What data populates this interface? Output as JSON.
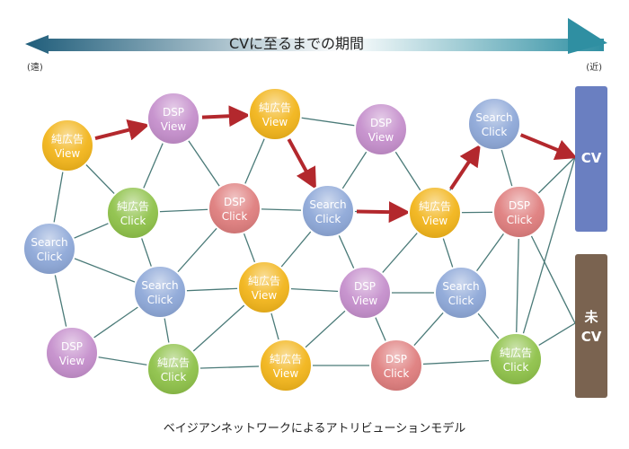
{
  "header": {
    "period_label": "CVに至るまでの期間",
    "far_label": "(遠)",
    "near_label": "(近)"
  },
  "panels": {
    "cv": {
      "label": "CV",
      "color": "#6a7fc1"
    },
    "not_cv": {
      "line1": "未",
      "line2": "CV",
      "color": "#7a6350"
    }
  },
  "caption": "ベイジアンネットワークによるアトリビューションモデル",
  "colors": {
    "pure_ad": "#f2b51b",
    "dsp": "#c58fcc",
    "search": "#8ea8d8",
    "pure_ad_click": "#8fc24a",
    "dsp_click": "#df7e7e",
    "path_arrow": "#b3282d",
    "edge": "#4a7a78"
  },
  "nodes": [
    {
      "id": "n1",
      "line1": "純広告",
      "line2": "View",
      "kind": "pure_ad"
    },
    {
      "id": "n2",
      "line1": "DSP",
      "line2": "View",
      "kind": "dsp"
    },
    {
      "id": "n3",
      "line1": "純広告",
      "line2": "View",
      "kind": "pure_ad"
    },
    {
      "id": "n4",
      "line1": "DSP",
      "line2": "View",
      "kind": "dsp"
    },
    {
      "id": "n5",
      "line1": "Search",
      "line2": "Click",
      "kind": "search"
    },
    {
      "id": "n6",
      "line1": "純広告",
      "line2": "Click",
      "kind": "pure_ad_click"
    },
    {
      "id": "n7",
      "line1": "DSP",
      "line2": "Click",
      "kind": "dsp_click"
    },
    {
      "id": "n8",
      "line1": "Search",
      "line2": "Click",
      "kind": "search"
    },
    {
      "id": "n9",
      "line1": "純広告",
      "line2": "View",
      "kind": "pure_ad"
    },
    {
      "id": "n10",
      "line1": "DSP",
      "line2": "Click",
      "kind": "dsp_click"
    },
    {
      "id": "n11",
      "line1": "Search",
      "line2": "Click",
      "kind": "search"
    },
    {
      "id": "n12",
      "line1": "Search",
      "line2": "Click",
      "kind": "search"
    },
    {
      "id": "n13",
      "line1": "純広告",
      "line2": "View",
      "kind": "pure_ad"
    },
    {
      "id": "n14",
      "line1": "DSP",
      "line2": "View",
      "kind": "dsp"
    },
    {
      "id": "n15",
      "line1": "Search",
      "line2": "Click",
      "kind": "search"
    },
    {
      "id": "n16",
      "line1": "DSP",
      "line2": "View",
      "kind": "dsp"
    },
    {
      "id": "n17",
      "line1": "純広告",
      "line2": "Click",
      "kind": "pure_ad_click"
    },
    {
      "id": "n18",
      "line1": "純広告",
      "line2": "View",
      "kind": "pure_ad"
    },
    {
      "id": "n19",
      "line1": "DSP",
      "line2": "Click",
      "kind": "dsp_click"
    },
    {
      "id": "n20",
      "line1": "純広告",
      "line2": "Click",
      "kind": "pure_ad_click"
    }
  ],
  "edges": [
    [
      "n1",
      "n11"
    ],
    [
      "n1",
      "n6"
    ],
    [
      "n2",
      "n6"
    ],
    [
      "n2",
      "n7"
    ],
    [
      "n3",
      "n7"
    ],
    [
      "n3",
      "n4"
    ],
    [
      "n4",
      "n8"
    ],
    [
      "n4",
      "n9"
    ],
    [
      "n5",
      "n9"
    ],
    [
      "n5",
      "n10"
    ],
    [
      "n11",
      "n6"
    ],
    [
      "n11",
      "n12"
    ],
    [
      "n11",
      "n16"
    ],
    [
      "n6",
      "n7"
    ],
    [
      "n6",
      "n12"
    ],
    [
      "n7",
      "n8"
    ],
    [
      "n7",
      "n12"
    ],
    [
      "n7",
      "n13"
    ],
    [
      "n8",
      "n9"
    ],
    [
      "n8",
      "n13"
    ],
    [
      "n8",
      "n14"
    ],
    [
      "n9",
      "n10"
    ],
    [
      "n9",
      "n14"
    ],
    [
      "n9",
      "n15"
    ],
    [
      "n10",
      "n15"
    ],
    [
      "n10",
      "n20"
    ],
    [
      "n12",
      "n13"
    ],
    [
      "n12",
      "n16"
    ],
    [
      "n12",
      "n17"
    ],
    [
      "n13",
      "n14"
    ],
    [
      "n13",
      "n17"
    ],
    [
      "n13",
      "n18"
    ],
    [
      "n14",
      "n15"
    ],
    [
      "n14",
      "n18"
    ],
    [
      "n14",
      "n19"
    ],
    [
      "n15",
      "n19"
    ],
    [
      "n15",
      "n20"
    ],
    [
      "n16",
      "n17"
    ],
    [
      "n17",
      "n18"
    ],
    [
      "n18",
      "n19"
    ],
    [
      "n19",
      "n20"
    ]
  ],
  "path": [
    [
      "n1",
      "n2"
    ],
    [
      "n2",
      "n3"
    ],
    [
      "n3",
      "n8"
    ],
    [
      "n8",
      "n9"
    ],
    [
      "n9",
      "n5"
    ],
    [
      "n5",
      "cv"
    ]
  ],
  "panel_edges": [
    [
      "n10",
      "cv"
    ],
    [
      "n20",
      "cv"
    ],
    [
      "n10",
      "notcv"
    ],
    [
      "n20",
      "notcv"
    ]
  ]
}
